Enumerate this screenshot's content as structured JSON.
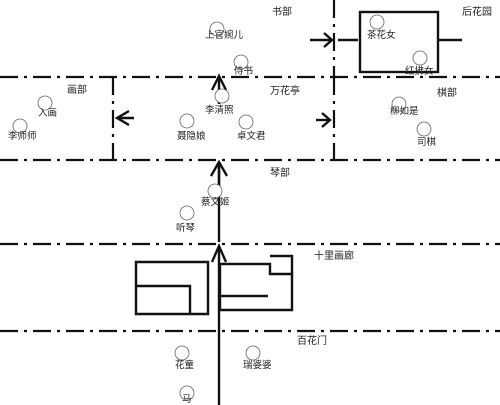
{
  "areas": {
    "shubu": "书部",
    "houhuayuan": "后花园",
    "huabu": "画部",
    "wanhuating": "万花亭",
    "qibu": "棋部",
    "qinbu": "琴部",
    "shiligalang": "十里画廊",
    "baihuamen": "百花门"
  },
  "people": {
    "shangguan": "上官婉儿",
    "chahuanv": "茶花女",
    "hongfunv": "红拂女",
    "shitong": "侍书",
    "ruhua": "入画",
    "lishishi": "李师师",
    "liqingzhao": "李清照",
    "nieyinniang": "聂隐娘",
    "zhuowenjun": "卓文君",
    "liurushi": "柳如是",
    "siqi": "司棋",
    "caiwenji": "蔡文姬",
    "tingqin": "听琴",
    "huatong": "花童",
    "ruiyaopo": "瑞婆婆",
    "ma": "马"
  }
}
